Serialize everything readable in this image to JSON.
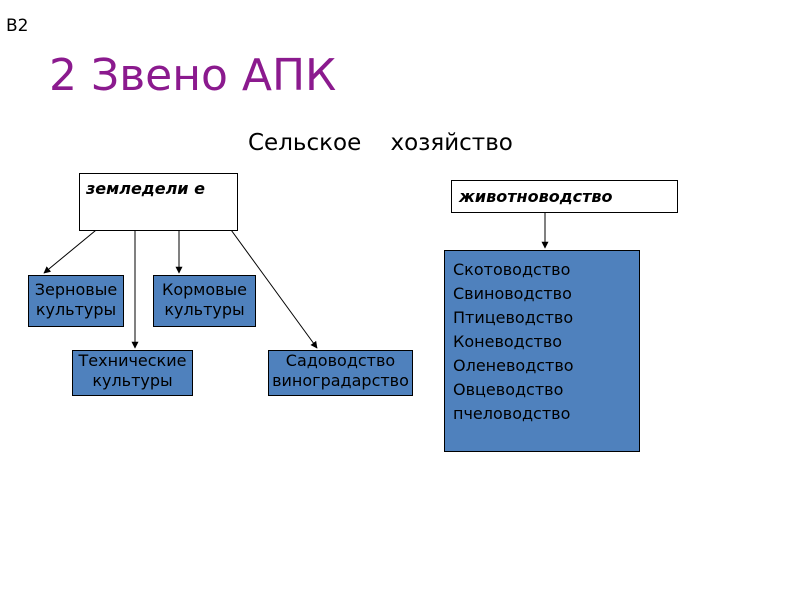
{
  "slide": {
    "corner_label": "B2",
    "title": "2 Звено АПК",
    "subtitle": "Сельское    хозяйство"
  },
  "zemledelie": {
    "label": "земледели е",
    "children": [
      [
        "Зерновые",
        "культуры"
      ],
      [
        "Кормовые",
        "культуры"
      ],
      [
        "Технические",
        "культуры"
      ],
      [
        "Садоводство",
        "виноградарство"
      ]
    ]
  },
  "zhivotnovodstvo": {
    "label": "животноводство",
    "items": [
      "Скотоводство",
      "Свиноводство",
      "Птицеводство",
      "Коневодство",
      "Оленеводство",
      "Овцеводство",
      "пчеловодство"
    ]
  },
  "colors": {
    "title": "#8b1a8e",
    "box_fill": "#4f81bd",
    "border": "#000000"
  }
}
